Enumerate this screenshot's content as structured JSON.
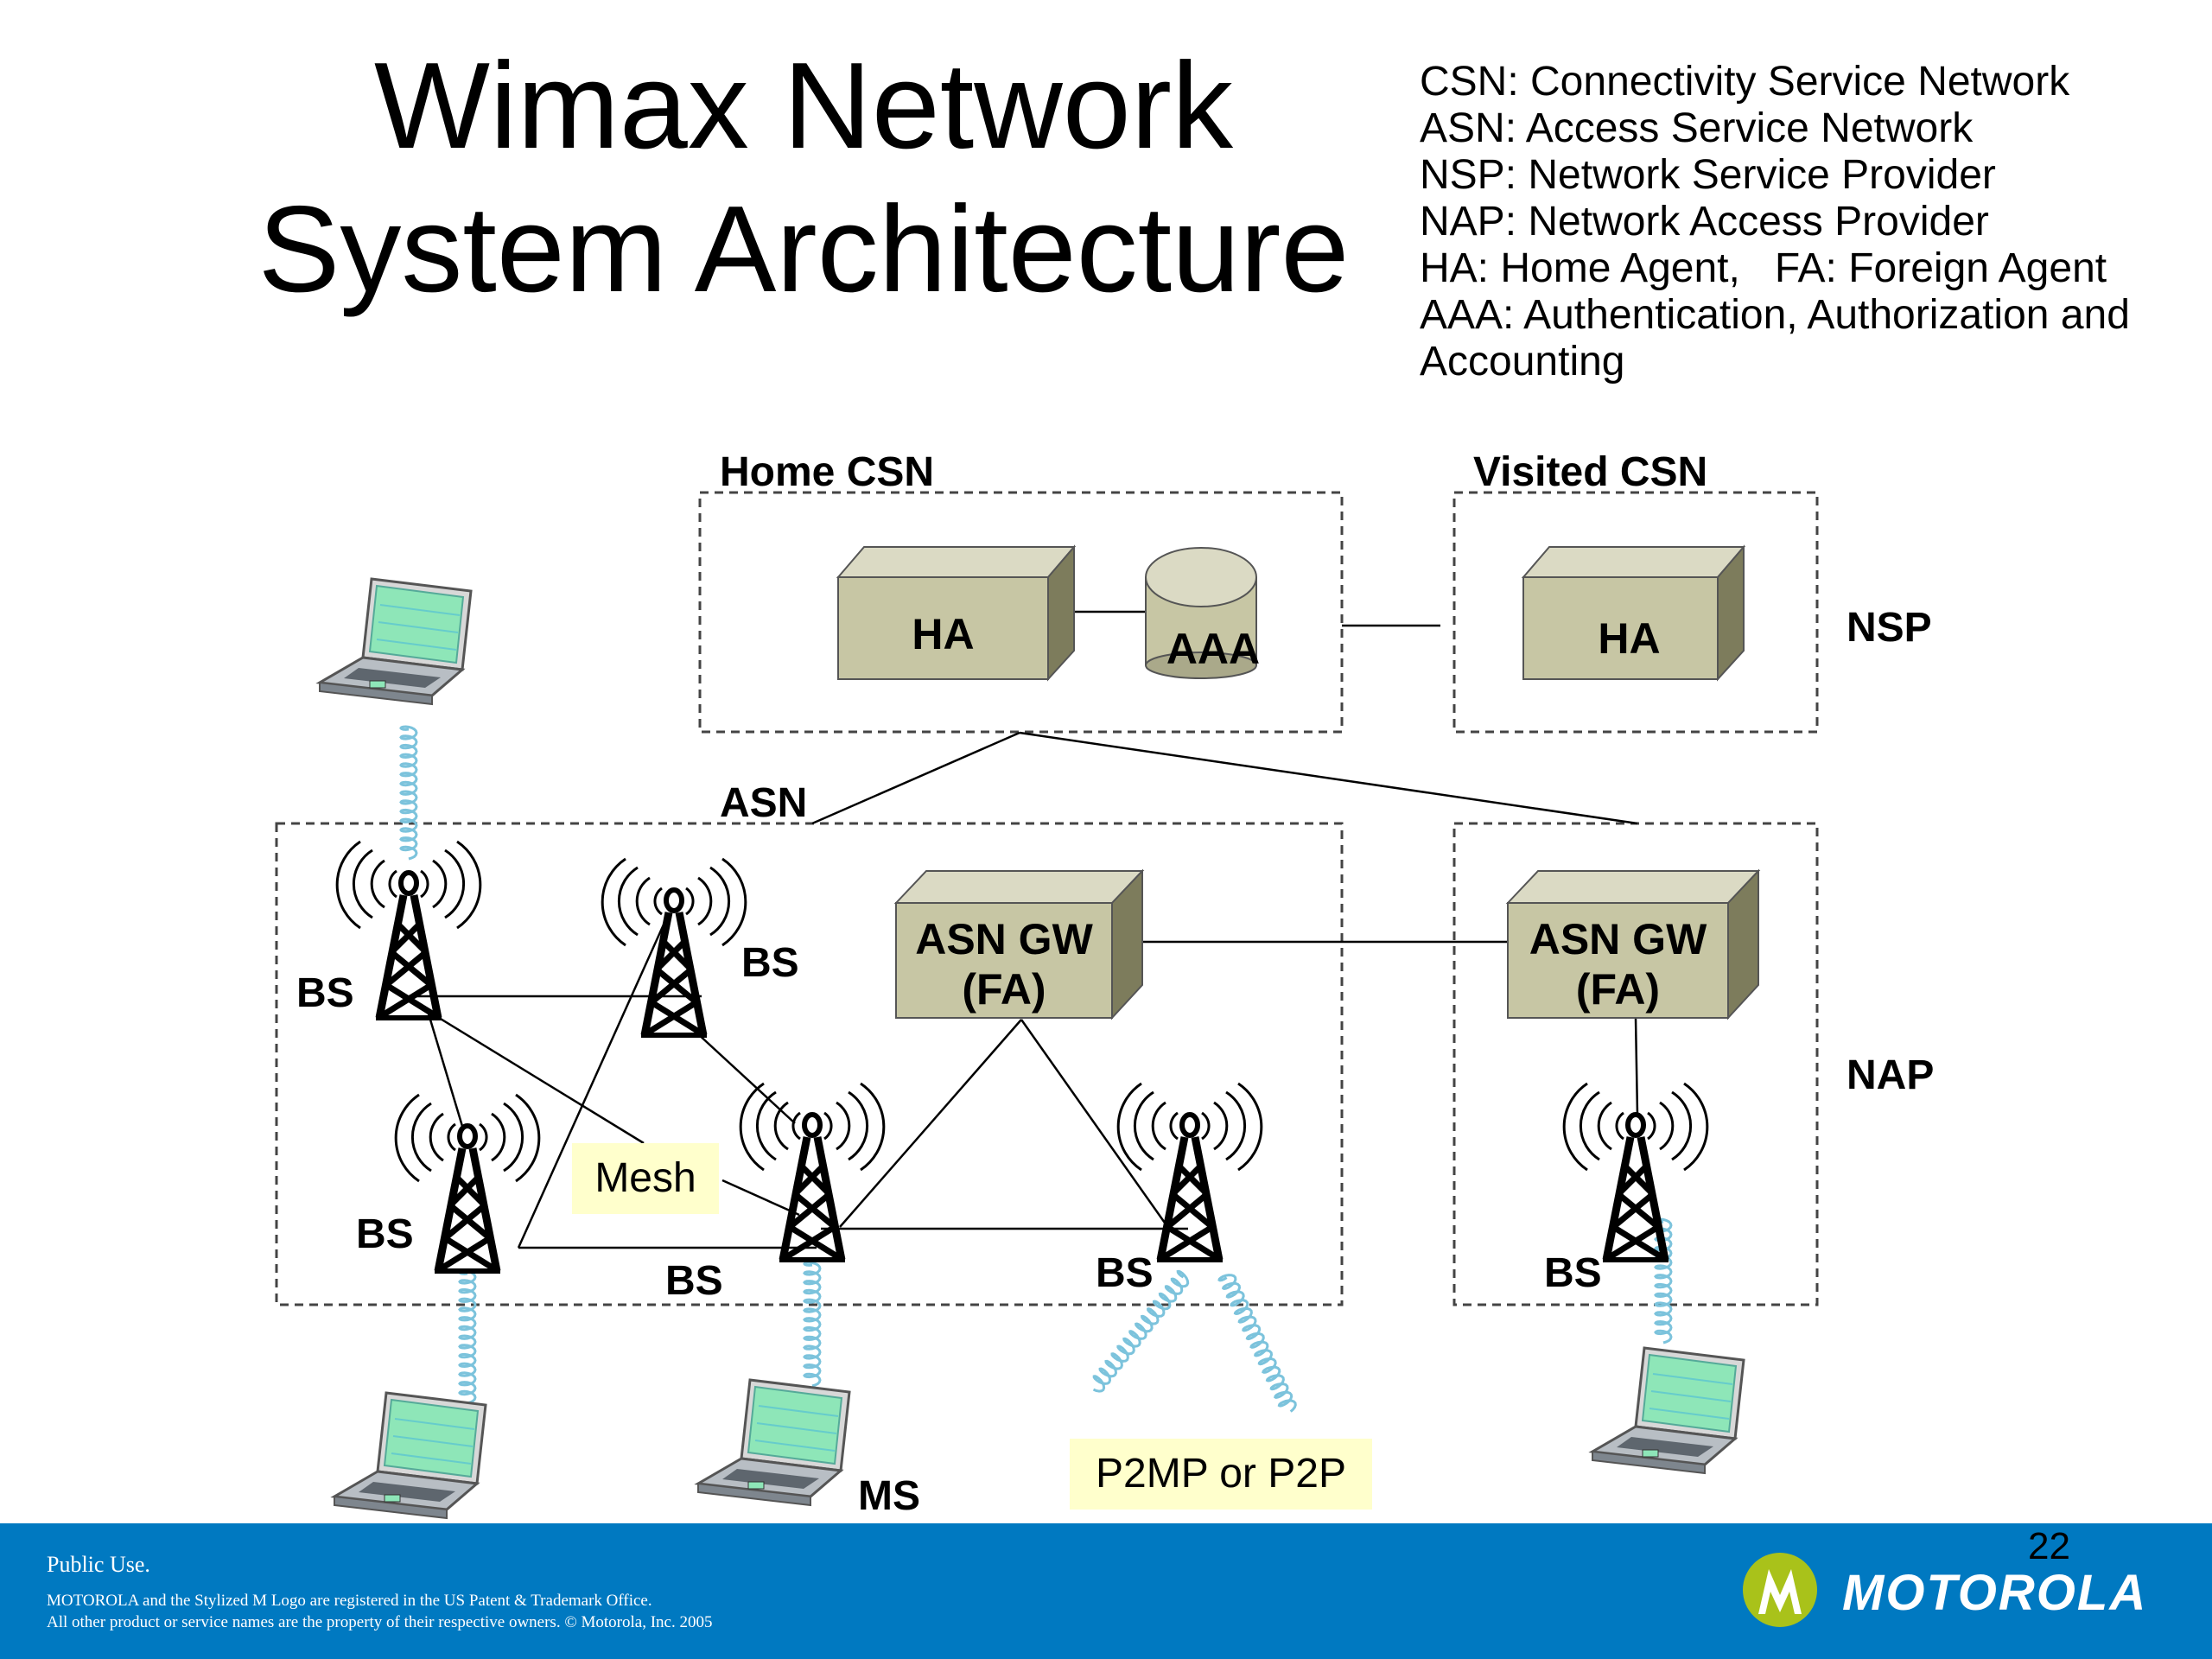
{
  "title": {
    "line1": "Wimax Network",
    "line2": "System Architecture"
  },
  "legend": [
    "CSN: Connectivity Service Network",
    "ASN: Access Service Network",
    "NSP: Network Service Provider",
    "NAP: Network Access Provider",
    "HA: Home Agent,   FA: Foreign Agent",
    "AAA: Authentication, Authorization and",
    "Accounting"
  ],
  "diagram": {
    "home_csn_label": "Home CSN",
    "visited_csn_label": "Visited CSN",
    "asn_label": "ASN",
    "nsp_label": "NSP",
    "nap_label": "NAP",
    "home_ha_label": "HA",
    "aaa_label": "AAA",
    "visited_ha_label": "HA",
    "asn_gw_left": {
      "line1": "ASN GW",
      "line2": "(FA)"
    },
    "asn_gw_right": {
      "line1": "ASN GW",
      "line2": "(FA)"
    },
    "bs_label": "BS",
    "mesh_label": "Mesh",
    "p2mp_label": "P2MP or P2P",
    "ms_label": "MS"
  },
  "colors": {
    "box_front": "#c7c6a4",
    "box_top": "#dbdac4",
    "box_side": "#7d7c5c",
    "callout_bg": "#ffffcc",
    "footer_bg": "#0079c1",
    "logo_circle": "#a9c21a",
    "wireless": "#7cc3dc",
    "screen": "#8ee6b8"
  },
  "footer": {
    "public_use": "Public Use.",
    "legal_line1": "MOTOROLA and the Stylized M Logo are registered in the US Patent & Trademark Office.",
    "legal_line2": "All other product or service names are the property of their respective owners. © Motorola, Inc. 2005",
    "page_number": "22",
    "brand": "MOTOROLA"
  }
}
